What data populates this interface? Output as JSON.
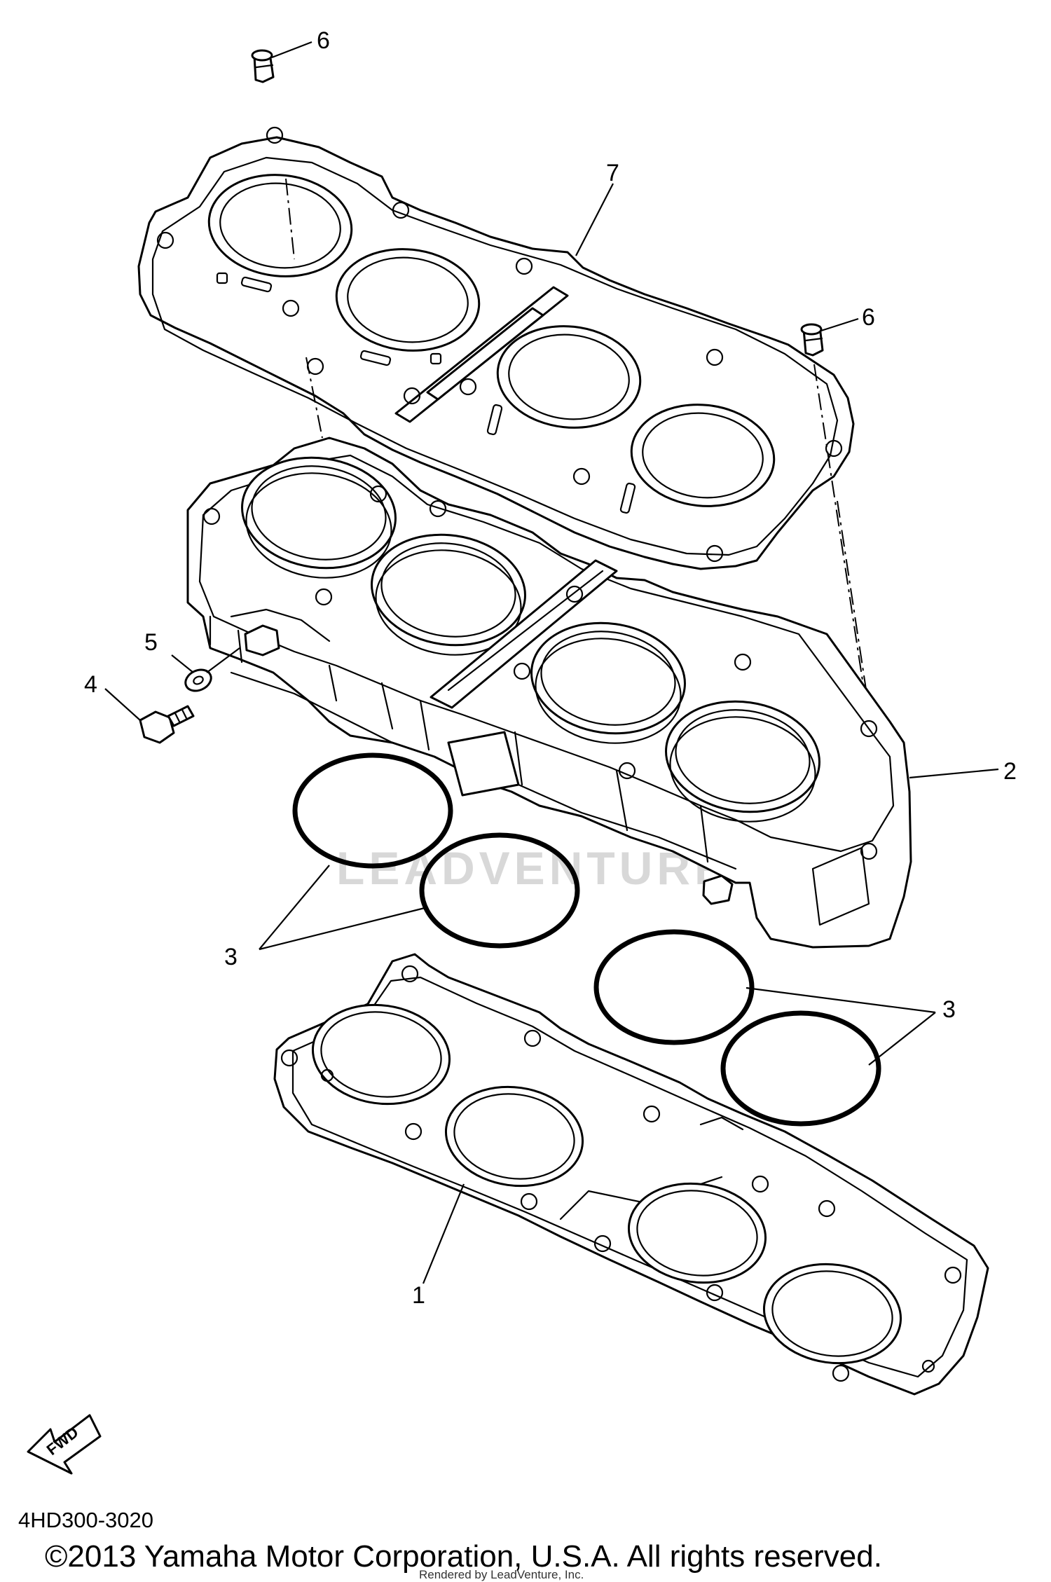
{
  "diagram": {
    "code": "4HD300-3020",
    "copyright": "©2013 Yamaha Motor Corporation, U.S.A. All rights reserved.",
    "rendered_by": "Rendered by LeadVenture, Inc.",
    "watermark": "LEADVENTURE",
    "fwd_label": "FWD",
    "parts": [
      {
        "ref": "1",
        "part": "cylinder base gasket"
      },
      {
        "ref": "2",
        "part": "cylinder block"
      },
      {
        "ref": "3",
        "part": "o-ring"
      },
      {
        "ref": "4",
        "part": "bolt"
      },
      {
        "ref": "5",
        "part": "washer"
      },
      {
        "ref": "6",
        "part": "dowel pin"
      },
      {
        "ref": "7",
        "part": "cylinder head gasket"
      }
    ],
    "callouts": [
      "6",
      "7",
      "6",
      "5",
      "4",
      "2",
      "3",
      "3",
      "1"
    ]
  }
}
